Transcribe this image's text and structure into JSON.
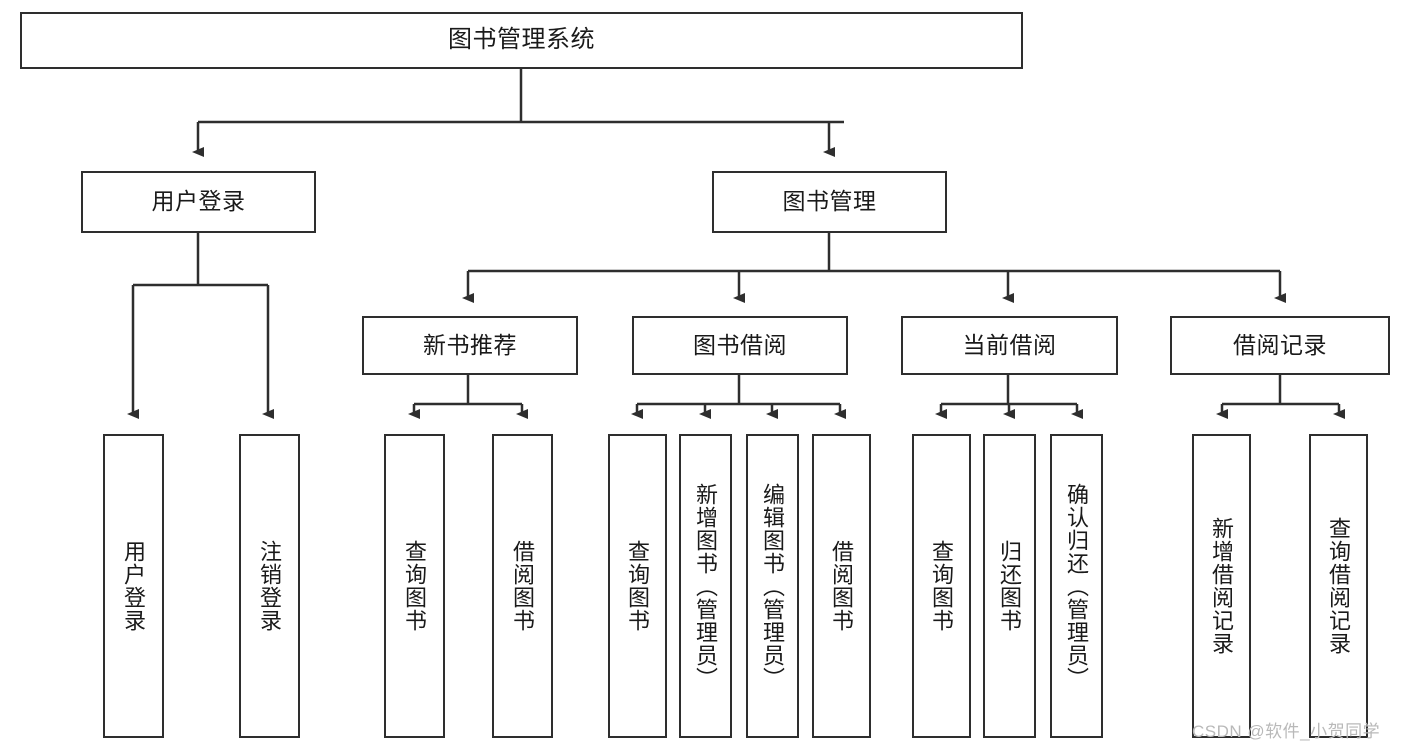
{
  "diagram": {
    "title": "图书管理系统",
    "watermark": "CSDN @软件_小贺同学",
    "line_color": "#2e2e2e",
    "box_fill": "#ffffff",
    "text_color": "#1a1a1a",
    "levels": {
      "root": "图书管理系统",
      "level1": [
        "用户登录",
        "图书管理"
      ],
      "level2": [
        "新书推荐",
        "图书借阅",
        "当前借阅",
        "借阅记录"
      ]
    },
    "nodes": {
      "root": {
        "label": "图书管理系统"
      },
      "user_login": {
        "label": "用户登录"
      },
      "book_manage": {
        "label": "图书管理"
      },
      "new_book_rec": {
        "label": "新书推荐"
      },
      "book_borrow": {
        "label": "图书借阅"
      },
      "current_borrow": {
        "label": "当前借阅"
      },
      "borrow_record": {
        "label": "借阅记录"
      },
      "leaf_user_login": {
        "label": "用户登录"
      },
      "leaf_logout": {
        "label": "注销登录"
      },
      "leaf_query_book_1": {
        "label": "查询图书"
      },
      "leaf_borrow_book_1": {
        "label": "借阅图书"
      },
      "leaf_query_book_2": {
        "label": "查询图书"
      },
      "leaf_add_book": {
        "label": "新增图书（管理员）"
      },
      "leaf_edit_book": {
        "label": "编辑图书（管理员）"
      },
      "leaf_borrow_book_2": {
        "label": "借阅图书"
      },
      "leaf_query_book_3": {
        "label": "查询图书"
      },
      "leaf_return_book": {
        "label": "归还图书"
      },
      "leaf_confirm_return": {
        "label": "确认归还（管理员）"
      },
      "leaf_add_record": {
        "label": "新增借阅记录"
      },
      "leaf_query_record": {
        "label": "查询借阅记录"
      }
    }
  }
}
